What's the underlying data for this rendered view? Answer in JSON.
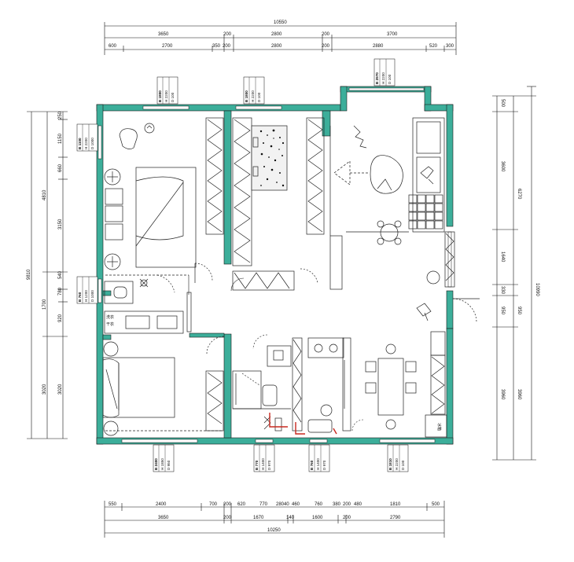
{
  "dimensions": {
    "top_total": "10550",
    "top_row1": [
      "3650",
      "200",
      "2800",
      "200",
      "3700"
    ],
    "top_row2": [
      "600",
      "2700",
      "350",
      "200",
      "2800",
      "200",
      "2880",
      "520",
      "300"
    ],
    "bottom_row1": [
      "550",
      "2400",
      "700",
      "200",
      "620",
      "770",
      "280",
      "40",
      "460",
      "760",
      "380",
      "200",
      "480",
      "1810",
      "500"
    ],
    "bottom_row2": [
      "3650",
      "200",
      "1670",
      "140",
      "1600",
      "200",
      "2790"
    ],
    "bottom_total": "10250",
    "left_total": "9810",
    "left_row1": [
      "4810",
      "1700",
      "3020"
    ],
    "left_row2": [
      "250",
      "1150",
      "660",
      "3150",
      "540",
      "780",
      "920",
      "3020"
    ],
    "right_outer": "10990",
    "right_row1": [
      "6270",
      "950",
      "3960"
    ],
    "right_row2": [
      "500",
      "3600",
      "1640",
      "330",
      "950",
      "3960"
    ]
  },
  "window_tags": [
    {
      "lines": [
        "B 1800",
        "H 2200",
        "D 100"
      ]
    },
    {
      "lines": [
        "B 1800",
        "H 2200",
        "D 100"
      ]
    },
    {
      "lines": [
        "B 2970",
        "H 2200",
        "D 100"
      ]
    },
    {
      "lines": [
        "B 1100",
        "H 2200",
        "D 1000"
      ]
    },
    {
      "lines": [
        "B 760",
        "H 1200",
        "D 1000"
      ]
    },
    {
      "lines": [
        "B 2400",
        "H 1850",
        "D 950"
      ]
    },
    {
      "lines": [
        "B 770",
        "H 1400",
        "D 970"
      ]
    },
    {
      "lines": [
        "B 760",
        "H 1400",
        "D 970"
      ]
    },
    {
      "lines": [
        "B 1810",
        "H 2200",
        "D 100"
      ]
    }
  ],
  "room_labels": {
    "fridge": "冰箱",
    "bath_labels": [
      "洗衣",
      "干衣"
    ]
  },
  "colors": {
    "wall": "#3cae9a",
    "wall_outline": "#1a1a1a",
    "line": "#222222",
    "accent_red": "#c8281e"
  }
}
